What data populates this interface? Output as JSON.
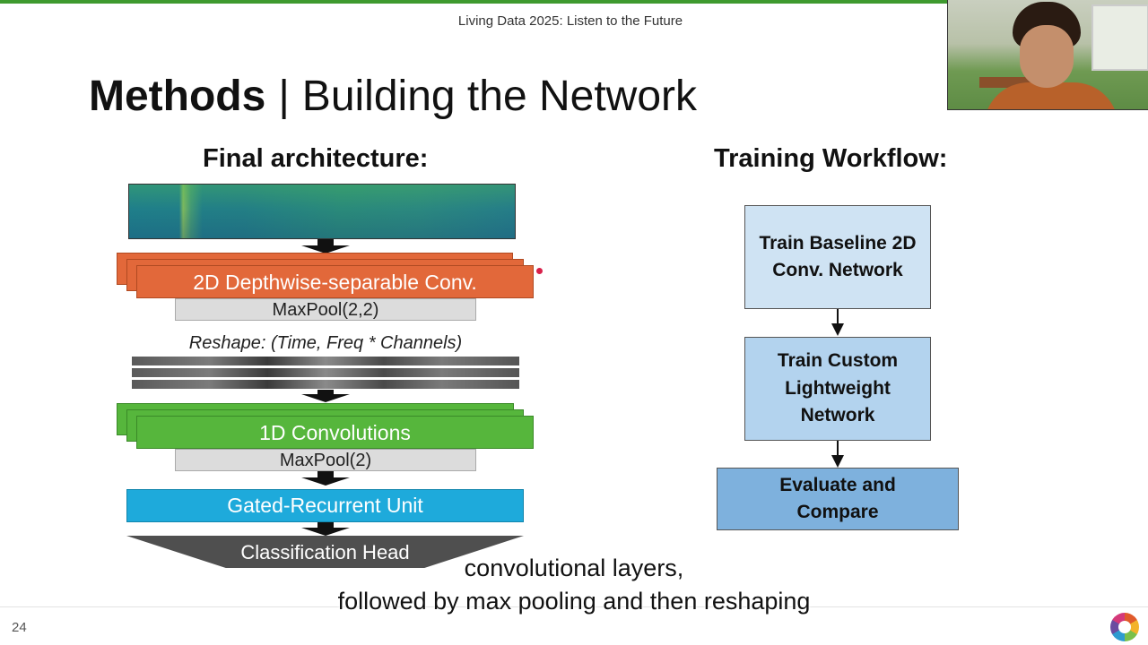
{
  "header": {
    "conference": "Living Data 2025: Listen to the Future"
  },
  "slide": {
    "title_bold": "Methods",
    "title_sep": "|",
    "title_rest": "Building the Network",
    "page_number": "24"
  },
  "architecture": {
    "heading": "Final architecture:",
    "layers": {
      "conv2d": "2D Depthwise-separable Conv.",
      "pool2d": "MaxPool(2,2)",
      "reshape": "Reshape: (Time, Freq * Channels)",
      "conv1d": "1D Convolutions",
      "pool1d": "MaxPool(2)",
      "gru": "Gated-Recurrent Unit",
      "head": "Classification Head"
    }
  },
  "workflow": {
    "heading": "Training Workflow:",
    "steps": [
      "Train Baseline 2D\nConv. Network",
      "Train Custom\nLightweight\nNetwork",
      "Evaluate and\nCompare"
    ]
  },
  "subtitles": {
    "line1": "convolutional layers,",
    "line2": "followed by max pooling and then reshaping"
  },
  "colors": {
    "accent_green": "#3e9a2f",
    "conv2d": "#e2683a",
    "conv1d": "#56b63c",
    "gru": "#1eaadb",
    "head": "#4f4f4f",
    "wf_step1": "#cfe3f3",
    "wf_step2": "#b3d3ee",
    "wf_step3": "#7eb1dd"
  }
}
